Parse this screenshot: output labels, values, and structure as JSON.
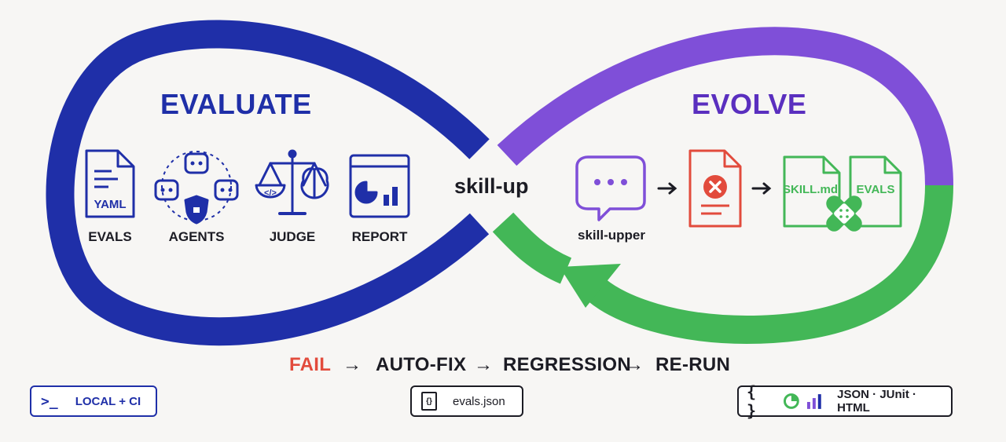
{
  "center_label": "skill-up",
  "colors": {
    "evaluate": "#1f2fa8",
    "evolve": "#7f4fd8",
    "feedback": "#43b757",
    "fail": "#e24b3c",
    "ink": "#1c1c24"
  },
  "evaluate": {
    "title": "EVALUATE",
    "items": [
      {
        "label": "EVALS",
        "icon": "yaml-file-icon",
        "icon_text": "YAML"
      },
      {
        "label": "AGENTS",
        "icon": "agents-network-icon"
      },
      {
        "label": "JUDGE",
        "icon": "judge-scales-icon",
        "icon_text": "</>"
      },
      {
        "label": "REPORT",
        "icon": "report-dashboard-icon"
      }
    ]
  },
  "evolve": {
    "title": "EVOLVE",
    "chat_label": "skill-upper",
    "file1": "SKILL.md",
    "file2": "EVALS",
    "icons": [
      "chat-bubble-icon",
      "arrow-right-icon",
      "error-document-icon",
      "arrow-right-icon",
      "patched-files-icon"
    ]
  },
  "flow": {
    "steps": [
      "FAIL",
      "AUTO-FIX",
      "REGRESSION",
      "RE-RUN"
    ],
    "arrow": "→"
  },
  "badges": {
    "local": {
      "text": "LOCAL + CI",
      "prompt": ">_"
    },
    "evals": {
      "text": "evals.json",
      "glyph": "{}"
    },
    "formats": {
      "text": "JSON · JUnit · HTML",
      "braces": "{ }"
    }
  }
}
